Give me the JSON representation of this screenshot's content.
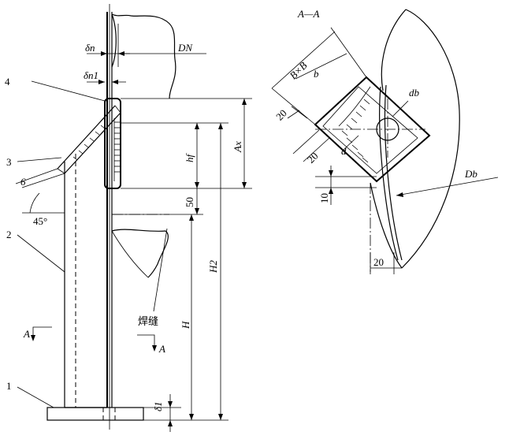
{
  "labels": {
    "dn": "DN",
    "delta_n": "δn",
    "delta_n1": "δn1",
    "delta_1": "δ1",
    "ax": "Ax",
    "hf": "hf",
    "h2": "H2",
    "h": "H",
    "dim_50": "50",
    "angle_6": "6",
    "angle_45": "45°",
    "weld": "焊缝",
    "section_a_left": "A",
    "section_a_mid": "A",
    "section_title": "A—A",
    "bxb": "B×B",
    "b": "b",
    "db": "db",
    "d": "d",
    "Db": "Db",
    "dim_20_top": "20",
    "dim_20_mid": "20",
    "dim_20_bottom": "20",
    "dim_10": "10"
  },
  "parts": [
    "1",
    "2",
    "3",
    "4"
  ]
}
